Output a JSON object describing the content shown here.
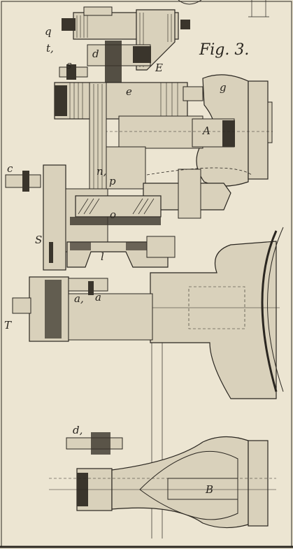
{
  "figure": {
    "title": "Fig. 3."
  },
  "labels": [
    {
      "id": "q",
      "text": "q"
    },
    {
      "id": "t1",
      "text": "t,"
    },
    {
      "id": "s",
      "text": "s"
    },
    {
      "id": "d",
      "text": "d"
    },
    {
      "id": "E",
      "text": "E"
    },
    {
      "id": "e",
      "text": "e"
    },
    {
      "id": "g",
      "text": "g"
    },
    {
      "id": "A",
      "text": "A"
    },
    {
      "id": "c",
      "text": "c"
    },
    {
      "id": "n1",
      "text": "n,"
    },
    {
      "id": "p",
      "text": "p"
    },
    {
      "id": "o",
      "text": "o"
    },
    {
      "id": "S",
      "text": "S"
    },
    {
      "id": "l",
      "text": "l"
    },
    {
      "id": "a1",
      "text": "a,"
    },
    {
      "id": "a",
      "text": "a"
    },
    {
      "id": "T",
      "text": "T"
    },
    {
      "id": "d1",
      "text": "d,"
    },
    {
      "id": "B",
      "text": "B"
    }
  ],
  "colors": {
    "paper": "#ece5d2",
    "ink": "#2a2620"
  }
}
